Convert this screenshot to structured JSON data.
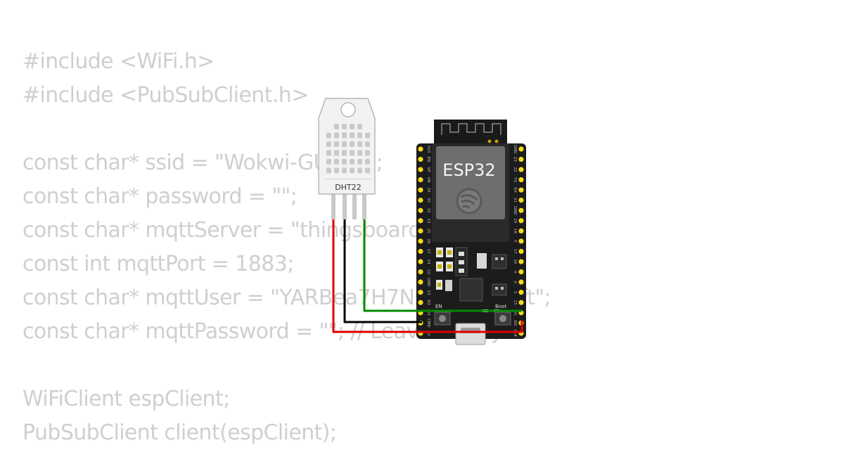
{
  "code": {
    "lines": [
      "#include <WiFi.h>",
      "#include <PubSubClient.h>",
      "",
      "const char* ssid = \"Wokwi-GUEST\";",
      "const char* password = \"\";",
      "const char* mqttServer = \"thingsboard.cloud\";",
      "const int mqttPort = 1883;",
      "const char* mqttUser = \"YARBea7H7NsQqkwzXCft\";",
      "const char* mqttPassword = \"\"; // Leave empty",
      "",
      "WiFiClient espClient;",
      "PubSubClient client(espClient);"
    ]
  },
  "sensor": {
    "label": "DHT22",
    "body_color": "#f2f2f2",
    "grid_color": "#c9c9c9"
  },
  "board": {
    "module_label": "ESP32",
    "logo_icon": "espressif-logo-icon",
    "board_color": "#1c1c1c",
    "module_color": "#6e6e6e",
    "pin_color": "#f5d91a",
    "button_labels": {
      "en": "EN",
      "boot": "Boot"
    },
    "left_pins": [
      "3V3",
      "EN",
      "VP",
      "VN",
      "34",
      "35",
      "32",
      "33",
      "25",
      "26",
      "27",
      "14",
      "12",
      "GND",
      "13",
      "D2",
      "D3",
      "CMD",
      "5V"
    ],
    "right_pins": [
      "GND",
      "23",
      "22",
      "TX",
      "RX",
      "21",
      "GND",
      "19",
      "18",
      "5",
      "17",
      "16",
      "4",
      "0",
      "2",
      "15",
      "D1",
      "D0",
      "CLK"
    ]
  },
  "wires": {
    "power_color": "#e00000",
    "ground_color": "#000000",
    "data_color": "#008a00"
  }
}
